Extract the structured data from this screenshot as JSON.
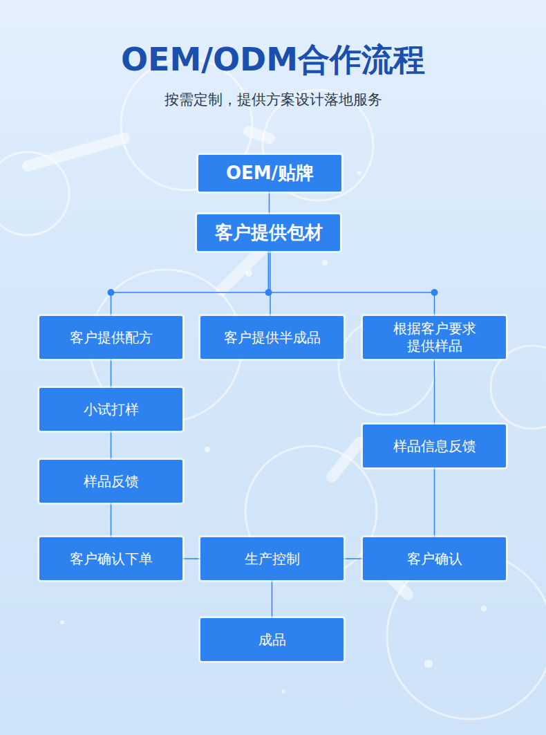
{
  "diagram": {
    "title": "OEM/ODM合作流程",
    "caption": "按需定制，提供方案设计落地服务",
    "nodes": [
      {
        "text": [
          "OEM/贴牌"
        ]
      },
      {
        "text": [
          "客户提供包材"
        ]
      },
      {
        "text": [
          "客户提供配方"
        ]
      },
      {
        "text": [
          "客户提供半成品"
        ]
      },
      {
        "text": [
          "根据客户要求 提供样品"
        ]
      },
      {
        "text": [
          "小试打样"
        ]
      },
      {
        "text": [
          "样品信息反馈"
        ]
      },
      {
        "text": [
          "样品反馈"
        ]
      },
      {
        "text": [
          "客户确认下单"
        ]
      },
      {
        "text": [
          "生产控制"
        ]
      },
      {
        "text": [
          "客户确认"
        ]
      },
      {
        "text": [
          "成品"
        ]
      }
    ],
    "edges": [
      {
        "from": 0,
        "to": 1,
        "arrow": "none"
      },
      {
        "from": 1,
        "to": 2,
        "arrow": "none"
      },
      {
        "from": 1,
        "to": 3,
        "arrow": "none"
      },
      {
        "from": 1,
        "to": 4,
        "arrow": "none"
      },
      {
        "from": 2,
        "to": 5,
        "arrow": "none"
      },
      {
        "from": 5,
        "to": 7,
        "arrow": "none"
      },
      {
        "from": 7,
        "to": 8,
        "arrow": "none"
      },
      {
        "from": 4,
        "to": 6,
        "arrow": "none"
      },
      {
        "from": 6,
        "to": 10,
        "arrow": "none"
      },
      {
        "from": 8,
        "to": 9,
        "arrow": "none"
      },
      {
        "from": 10,
        "to": 9,
        "arrow": "none"
      },
      {
        "from": 9,
        "to": 11,
        "arrow": "none"
      }
    ]
  }
}
